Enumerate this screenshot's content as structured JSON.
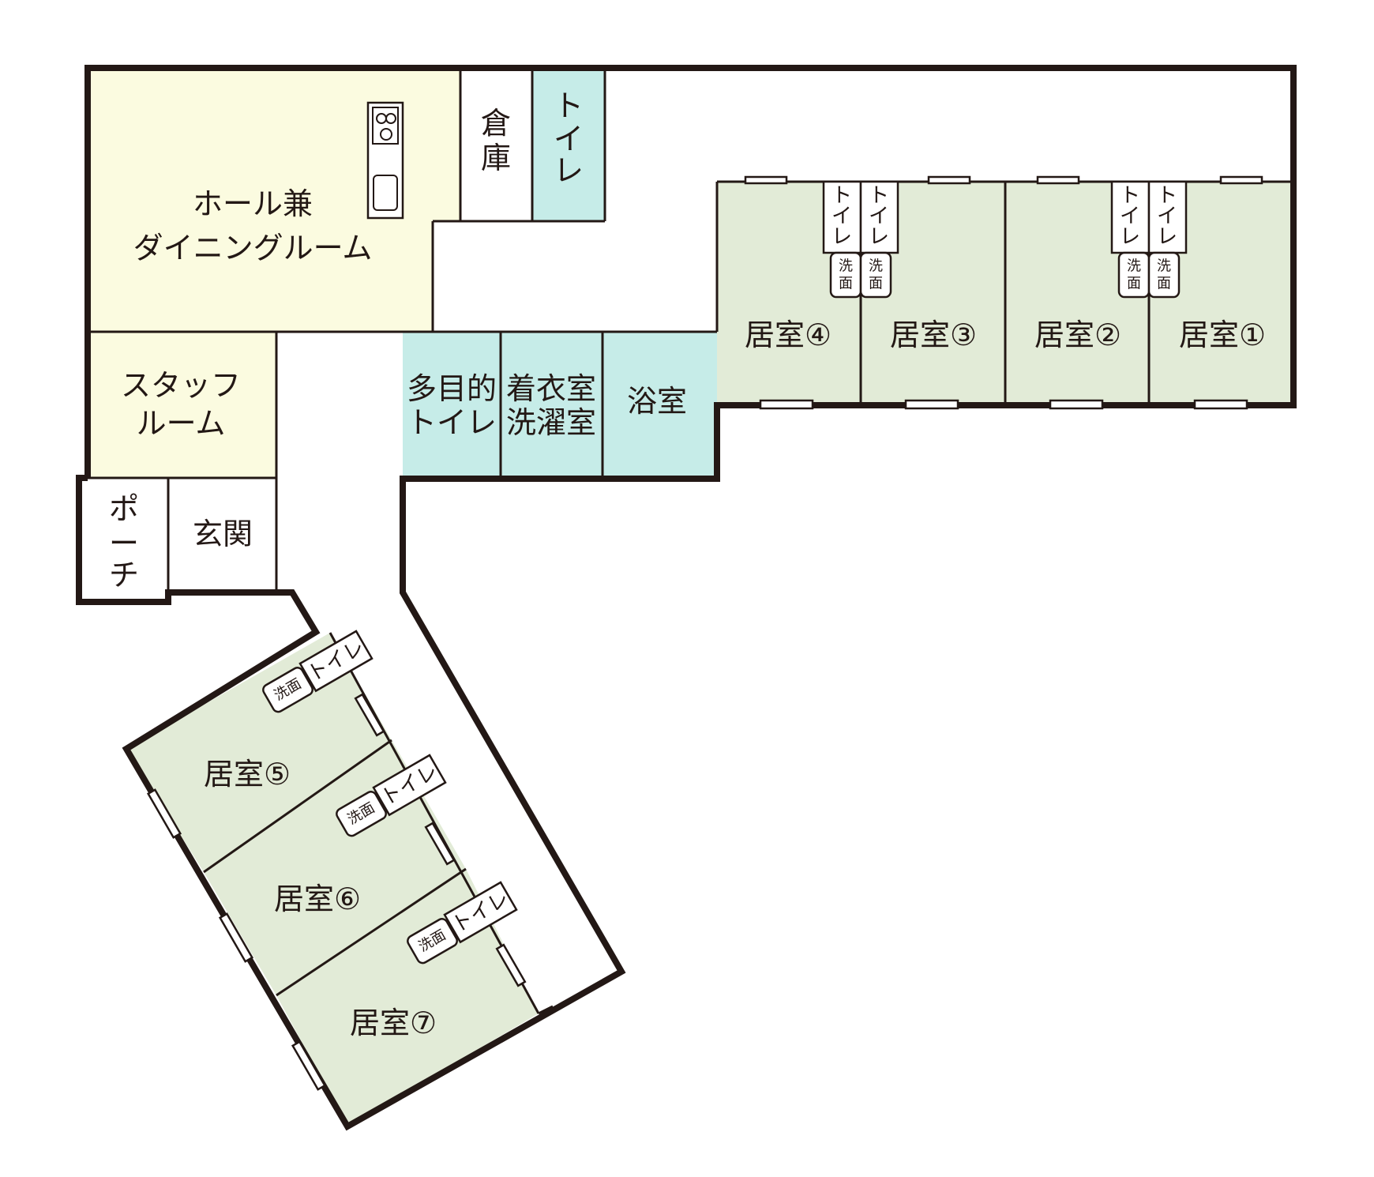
{
  "colors": {
    "common_room": "#fbfbe0",
    "wet_room": "#c6ece8",
    "resident_room": "#e2ebd7",
    "plain": "#ffffff",
    "wall": "#231815"
  },
  "rooms": {
    "hall_line1": "ホール兼",
    "hall_line2": "ダイニングルーム",
    "storage_c1": "倉",
    "storage_c2": "庫",
    "toilet_main_c1": "ト",
    "toilet_main_c2": "イ",
    "toilet_main_c3": "レ",
    "staff_line1": "スタッフ",
    "staff_line2": "ルーム",
    "porch_c1": "ポ",
    "porch_c2": "ー",
    "porch_c3": "チ",
    "entrance": "玄関",
    "multi_toilet_line1": "多目的",
    "multi_toilet_line2": "トイレ",
    "dressing_line1": "着衣室",
    "dressing_line2": "洗濯室",
    "bath": "浴室",
    "room4": "居室④",
    "room3": "居室③",
    "room2": "居室②",
    "room1": "居室①",
    "room5": "居室⑤",
    "room6": "居室⑥",
    "room7": "居室⑦"
  },
  "fixtures": {
    "toilet_c1": "ト",
    "toilet_c2": "イ",
    "toilet_c3": "レ",
    "toilet_h": "トイレ",
    "washbasin_c1": "洗",
    "washbasin_c2": "面",
    "washbasin_h": "洗面"
  },
  "icons": [
    "stove-icon",
    "sink-icon"
  ]
}
